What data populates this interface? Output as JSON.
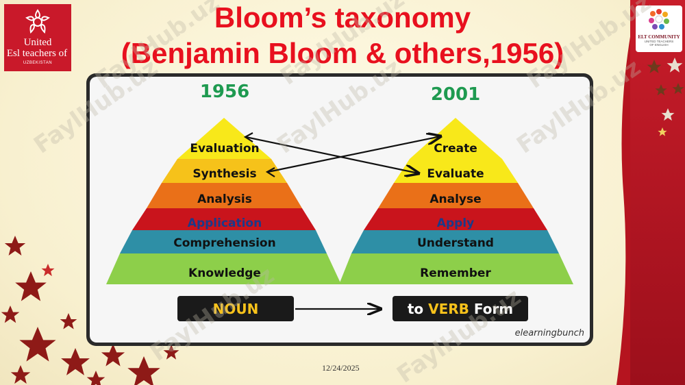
{
  "title": {
    "line1": "Bloom’s taxonomy",
    "line2": "(Benjamin Bloom & others,1956)"
  },
  "logo_left": {
    "line1": "United",
    "line2": "Esl teachers of",
    "line3": "UZBEKISTAN",
    "icon": "flower-emblem-icon"
  },
  "logo_right": {
    "line1": "ELT COMMUNITY",
    "line2": "UNITED TEACHERS",
    "line3": "OF ENGLISH",
    "icon": "colorful-circle-logo-icon"
  },
  "diagram": {
    "year_left": "1956",
    "year_right": "2001",
    "left_levels": [
      "Evaluation",
      "Synthesis",
      "Analysis",
      "Application",
      "Comprehension",
      "Knowledge"
    ],
    "right_levels": [
      "Create",
      "Evaluate",
      "Analyse",
      "Apply",
      "Understand",
      "Remember"
    ],
    "noun_box": "NOUN",
    "verb_box_prefix": "to ",
    "verb_box_highlight": "VERB",
    "verb_box_suffix": " Form",
    "credit": "elearningbunch"
  },
  "watermarks": [
    "FaylHub.uz",
    "FaylHub.uz",
    "FaylHub.uz",
    "FaylHub.uz",
    "FaylHub.uz",
    "FaylHub.uz",
    "FaylHub.uz",
    "FaylHub.uz"
  ],
  "footer": {
    "date": "12/24/2025"
  },
  "colors": {
    "title": "#e8101e",
    "year": "#1e9a50",
    "tier1": "#f8e81a",
    "tier2": "#f6c21a",
    "tier3": "#ea7018",
    "tier4": "#c9141c",
    "tier5": "#2e8fa6",
    "tier6": "#8dcf4a",
    "box_text_yellow": "#f7c21b"
  }
}
